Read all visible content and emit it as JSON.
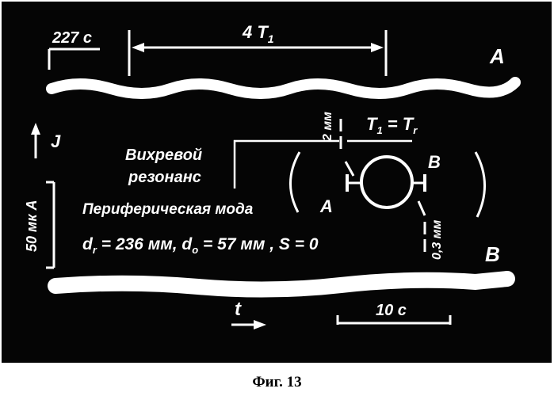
{
  "colors": {
    "panel": "#050505",
    "ink": "#ffffff",
    "caption": "#000000"
  },
  "labels": {
    "time_227": "227 с",
    "period_4t1": "4 T",
    "period_4t1_sub": "1",
    "trace_a": "A",
    "trace_b": "B",
    "current_axis": "J",
    "eq_t1": "T",
    "eq_t1_sub": "1",
    "eq_mid": " = T",
    "eq_tr_sub": "r",
    "dim_2mm": "2 мм",
    "vortex_line1": "Вихревой",
    "vortex_line2": "резонанс",
    "peripheral": "Периферическая мода",
    "side_a": "A",
    "side_b": "B",
    "current_scale": "50 мк А",
    "params_d": "d",
    "params_d_sub": "r",
    "params_mid1": " = 236 мм, d",
    "params_d0_sub": "о",
    "params_mid2": " = 57 мм , S = 0",
    "dim_03mm": "0,3 мм",
    "time_axis": "t",
    "scale_10s": "10 с"
  },
  "caption": "Фиг. 13"
}
